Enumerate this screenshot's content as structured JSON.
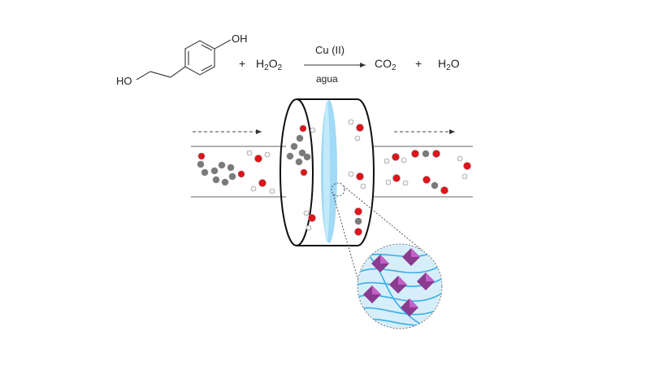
{
  "reaction": {
    "reactant_oh_top": "OH",
    "reactant_ho_left": "HO",
    "plus1": "+",
    "h2o2": {
      "main": "H",
      "sub1": "2",
      "mid": "O",
      "sub2": "2"
    },
    "catalyst": "Cu (II)",
    "solvent": "agua",
    "co2": {
      "main": "CO",
      "sub": "2"
    },
    "plus2": "+",
    "h2o": {
      "main": "H",
      "sub": "2",
      "end": "O"
    }
  },
  "colors": {
    "oxygen": "#e0141a",
    "carbon": "#7a7a7a",
    "hydrogen": "#f4f4f4",
    "membrane": "#8fd3f4",
    "mof": "#8a3a8f",
    "fiber": "#3aaee8",
    "zoom_bg": "#d6eefa"
  }
}
